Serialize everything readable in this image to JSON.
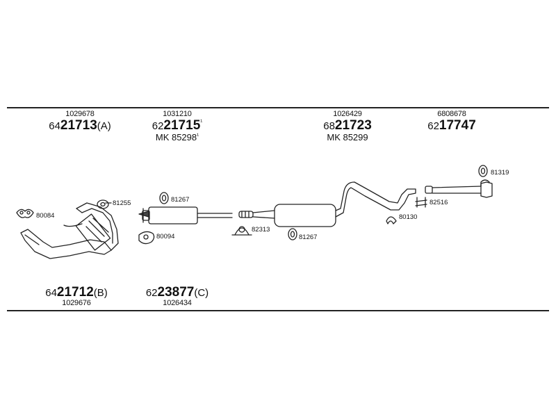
{
  "top_parts": [
    {
      "number": "1029678",
      "prefix": "64",
      "code": "21713",
      "suffix": "(A)"
    },
    {
      "number": "1031210",
      "prefix": "62",
      "code": "21715",
      "suffix": "¹",
      "alt": "MK 85298",
      "alt_suffix": "¹"
    },
    {
      "number": "1026429",
      "prefix": "68",
      "code": "21723",
      "suffix": "",
      "alt": "MK 85299"
    },
    {
      "number": "6808678",
      "prefix": "62",
      "code": "17747",
      "suffix": ""
    }
  ],
  "bottom_parts": [
    {
      "prefix": "64",
      "code": "21712",
      "suffix": "(B)",
      "number": "1029676"
    },
    {
      "prefix": "62",
      "code": "23877",
      "suffix": "(C)",
      "number": "1026434"
    }
  ],
  "callouts": {
    "c80084": "80084",
    "c81255": "81255",
    "c81267a": "81267",
    "c80094": "80094",
    "c82313": "82313",
    "c81267b": "81267",
    "c80130": "80130",
    "c82516": "82516",
    "c81319": "81319"
  }
}
